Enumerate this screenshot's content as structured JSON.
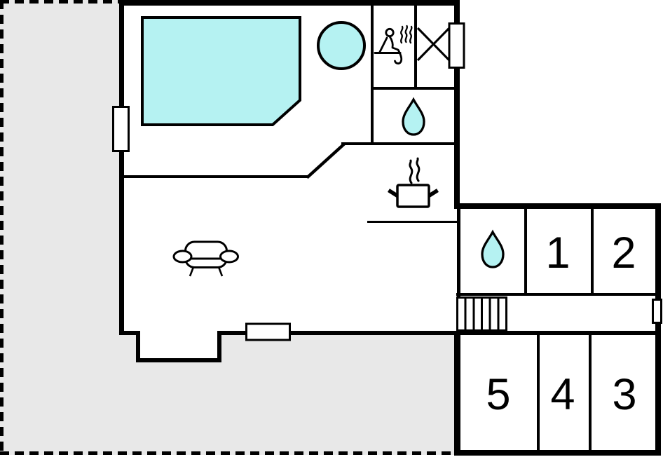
{
  "palette": {
    "wall": "#000000",
    "water_fill": "#b5f2f2",
    "terrace_fill": "#e8e8e8",
    "steam_gray": "#9a9a9a",
    "background": "#ffffff"
  },
  "floor_plan": {
    "rooms": [
      {
        "id": "room-1",
        "label": "1"
      },
      {
        "id": "room-2",
        "label": "2"
      },
      {
        "id": "room-3",
        "label": "3"
      },
      {
        "id": "room-4",
        "label": "4"
      },
      {
        "id": "room-5",
        "label": "5"
      }
    ],
    "symbols": [
      "swimming-pool",
      "hot-tub",
      "sauna",
      "shower",
      "water-drop-bathroom",
      "water-drop-annex",
      "cooking-pot",
      "sofa",
      "staircase",
      "window",
      "terrace-boundary"
    ]
  }
}
